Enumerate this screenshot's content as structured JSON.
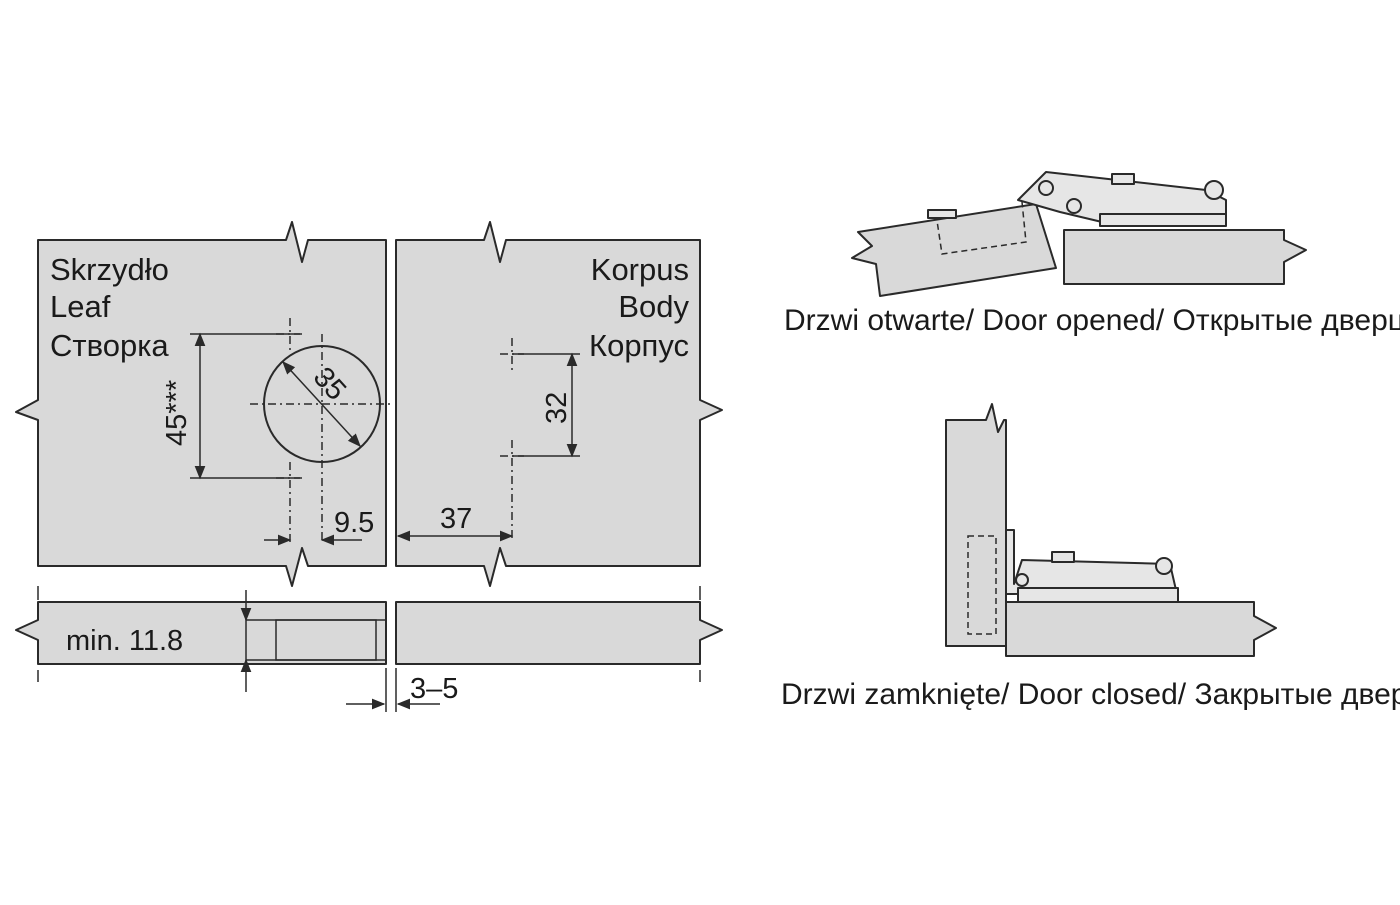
{
  "leaf_panel": {
    "labels": [
      "Skrzydło",
      "Leaf",
      "Створка"
    ],
    "dim_cup_diameter": "35",
    "dim_hole_spacing": "45***",
    "dim_edge_offset": "9.5"
  },
  "body_panel": {
    "labels": [
      "Korpus",
      "Body",
      "Корпус"
    ],
    "dim_screw_spacing": "32",
    "dim_front_offset": "37"
  },
  "section_view": {
    "dim_min_thickness": "min. 11.8",
    "dim_gap": "3–5"
  },
  "captions": {
    "door_opened": "Drzwi otwarte/ Door opened/ Открытые дверцы",
    "door_closed": "Drzwi zamknięte/ Door closed/ Закрытые  дверцы"
  }
}
